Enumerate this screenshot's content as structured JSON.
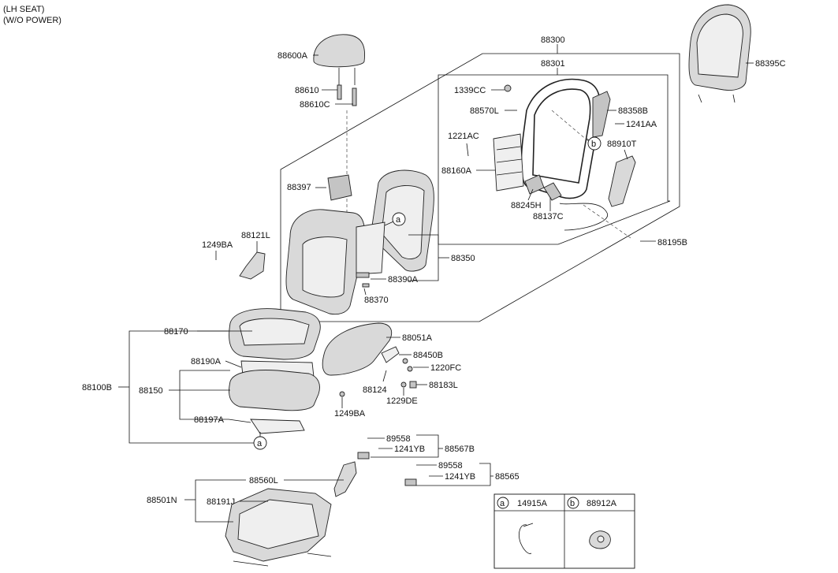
{
  "header": {
    "line1": "(LH SEAT)",
    "line2": "(W/O POWER)"
  },
  "labels": {
    "l88600A": "88600A",
    "l88610": "88610",
    "l88610C": "88610C",
    "l88300": "88300",
    "l88301": "88301",
    "l1339CC": "1339CC",
    "l88570L": "88570L",
    "l88358B": "88358B",
    "l1241AA": "1241AA",
    "l1221AC": "1221AC",
    "l88910T": "88910T",
    "l88160A": "88160A",
    "l88245H": "88245H",
    "l88137C": "88137C",
    "l88195B": "88195B",
    "l88397": "88397",
    "l88121L": "88121L",
    "l1249BA_a": "1249BA",
    "l88350": "88350",
    "l88390A": "88390A",
    "l88370": "88370",
    "l88395C": "88395C",
    "l88170": "88170",
    "l88051A": "88051A",
    "l88450B": "88450B",
    "l1220FC": "1220FC",
    "l88190A": "88190A",
    "l88100B": "88100B",
    "l88150": "88150",
    "l88124": "88124",
    "l88183L": "88183L",
    "l1229DE": "1229DE",
    "l1249BA_b": "1249BA",
    "l88197A": "88197A",
    "l89558_a": "89558",
    "l1241YB_a": "1241YB",
    "l88567B": "88567B",
    "l89558_b": "89558",
    "l1241YB_b": "1241YB",
    "l88565": "88565",
    "l88560L": "88560L",
    "l88501N": "88501N",
    "l88191J": "88191J"
  },
  "callouts": {
    "a": "a",
    "b": "b"
  },
  "legend": {
    "a_marker": "a",
    "a_part": "14915A",
    "b_marker": "b",
    "b_part": "88912A"
  }
}
